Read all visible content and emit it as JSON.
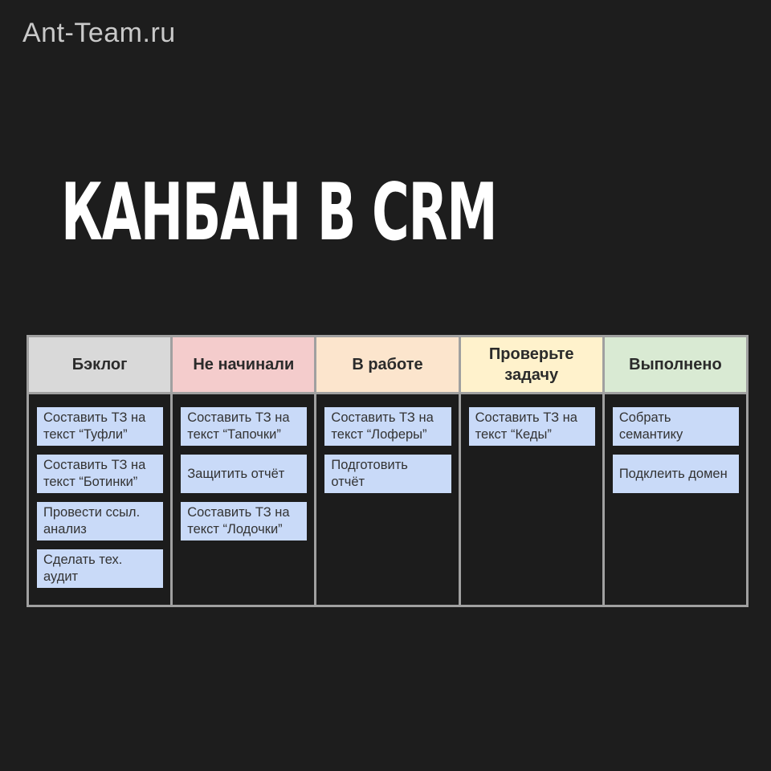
{
  "page": {
    "background_color": "#1d1d1d"
  },
  "watermark": {
    "text": "Ant-Team.ru",
    "color": "#c9c9c9"
  },
  "title": {
    "text": "КАНБАН В CRM",
    "color": "#ffffff"
  },
  "board": {
    "border_color": "#a0a0a0",
    "card_color": "#c9daf8",
    "card_text_color": "#333333",
    "header_text_color": "#2b2b2b",
    "columns": [
      {
        "id": "backlog",
        "label": "Бэклог",
        "header_color": "#d9d9d9",
        "cards": [
          "Составить ТЗ на текст “Туфли”",
          "Составить ТЗ на текст “Ботинки”",
          "Провести ссыл. анализ",
          "Сделать тех. аудит"
        ]
      },
      {
        "id": "not-started",
        "label": "Не начинали",
        "header_color": "#f4cccc",
        "cards": [
          "Составить ТЗ на текст “Тапочки”",
          "Защитить отчёт",
          "Составить ТЗ на текст “Лодочки”"
        ]
      },
      {
        "id": "in-progress",
        "label": "В работе",
        "header_color": "#fce5cd",
        "cards": [
          "Составить ТЗ на текст “Лоферы”",
          "Подготовить отчёт"
        ]
      },
      {
        "id": "review",
        "label": "Проверьте задачу",
        "header_color": "#fff2cc",
        "cards": [
          "Составить ТЗ на текст “Кеды”"
        ]
      },
      {
        "id": "done",
        "label": "Выполнено",
        "header_color": "#d9ead3",
        "cards": [
          "Собрать семантику",
          "Подклеить домен"
        ]
      }
    ]
  }
}
